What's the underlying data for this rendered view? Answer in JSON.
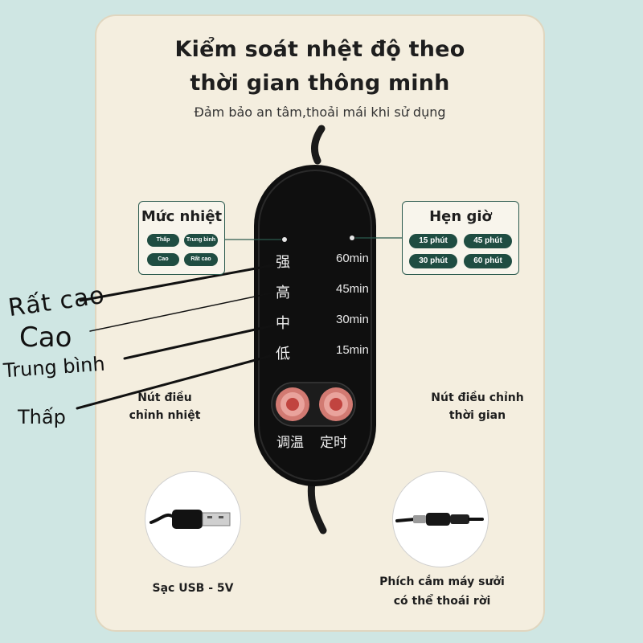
{
  "header": {
    "title_line1": "Kiểm soát nhệt độ theo",
    "title_line2": "thời gian thông minh",
    "subtitle": "Đảm bảo an tâm,thoải mái khi sử dụng"
  },
  "temp_panel": {
    "title": "Mức nhiệt",
    "options": [
      "Thấp",
      "Trung bình",
      "Cao",
      "Rất cao"
    ]
  },
  "timer_panel": {
    "title": "Hẹn giờ",
    "options": [
      "15 phút",
      "45 phút",
      "30 phút",
      "60 phút"
    ]
  },
  "remote": {
    "temp_levels": [
      "强",
      "高",
      "中",
      "低"
    ],
    "timer_levels": [
      "60min",
      "45min",
      "30min",
      "15min"
    ],
    "left_button_label": "调温",
    "right_button_label": "定时"
  },
  "callouts": {
    "left_line1": "Nút điều",
    "left_line2": "chỉnh nhiệt",
    "right_line1": "Nút điều chỉnh",
    "right_line2": "thời gian"
  },
  "handwritten": {
    "very_high": "Rất cao",
    "high": "Cao",
    "medium": "Trung bình",
    "low": "Thấp"
  },
  "bottom": {
    "usb_label": "Sạc USB - 5V",
    "plug_line1": "Phích cắm máy sưởi",
    "plug_line2": "có thể thoái rời"
  },
  "colors": {
    "background": "#cfe6e3",
    "card": "#f4eedf",
    "accent": "#1f4d42",
    "button_ring": "#e88a86"
  }
}
